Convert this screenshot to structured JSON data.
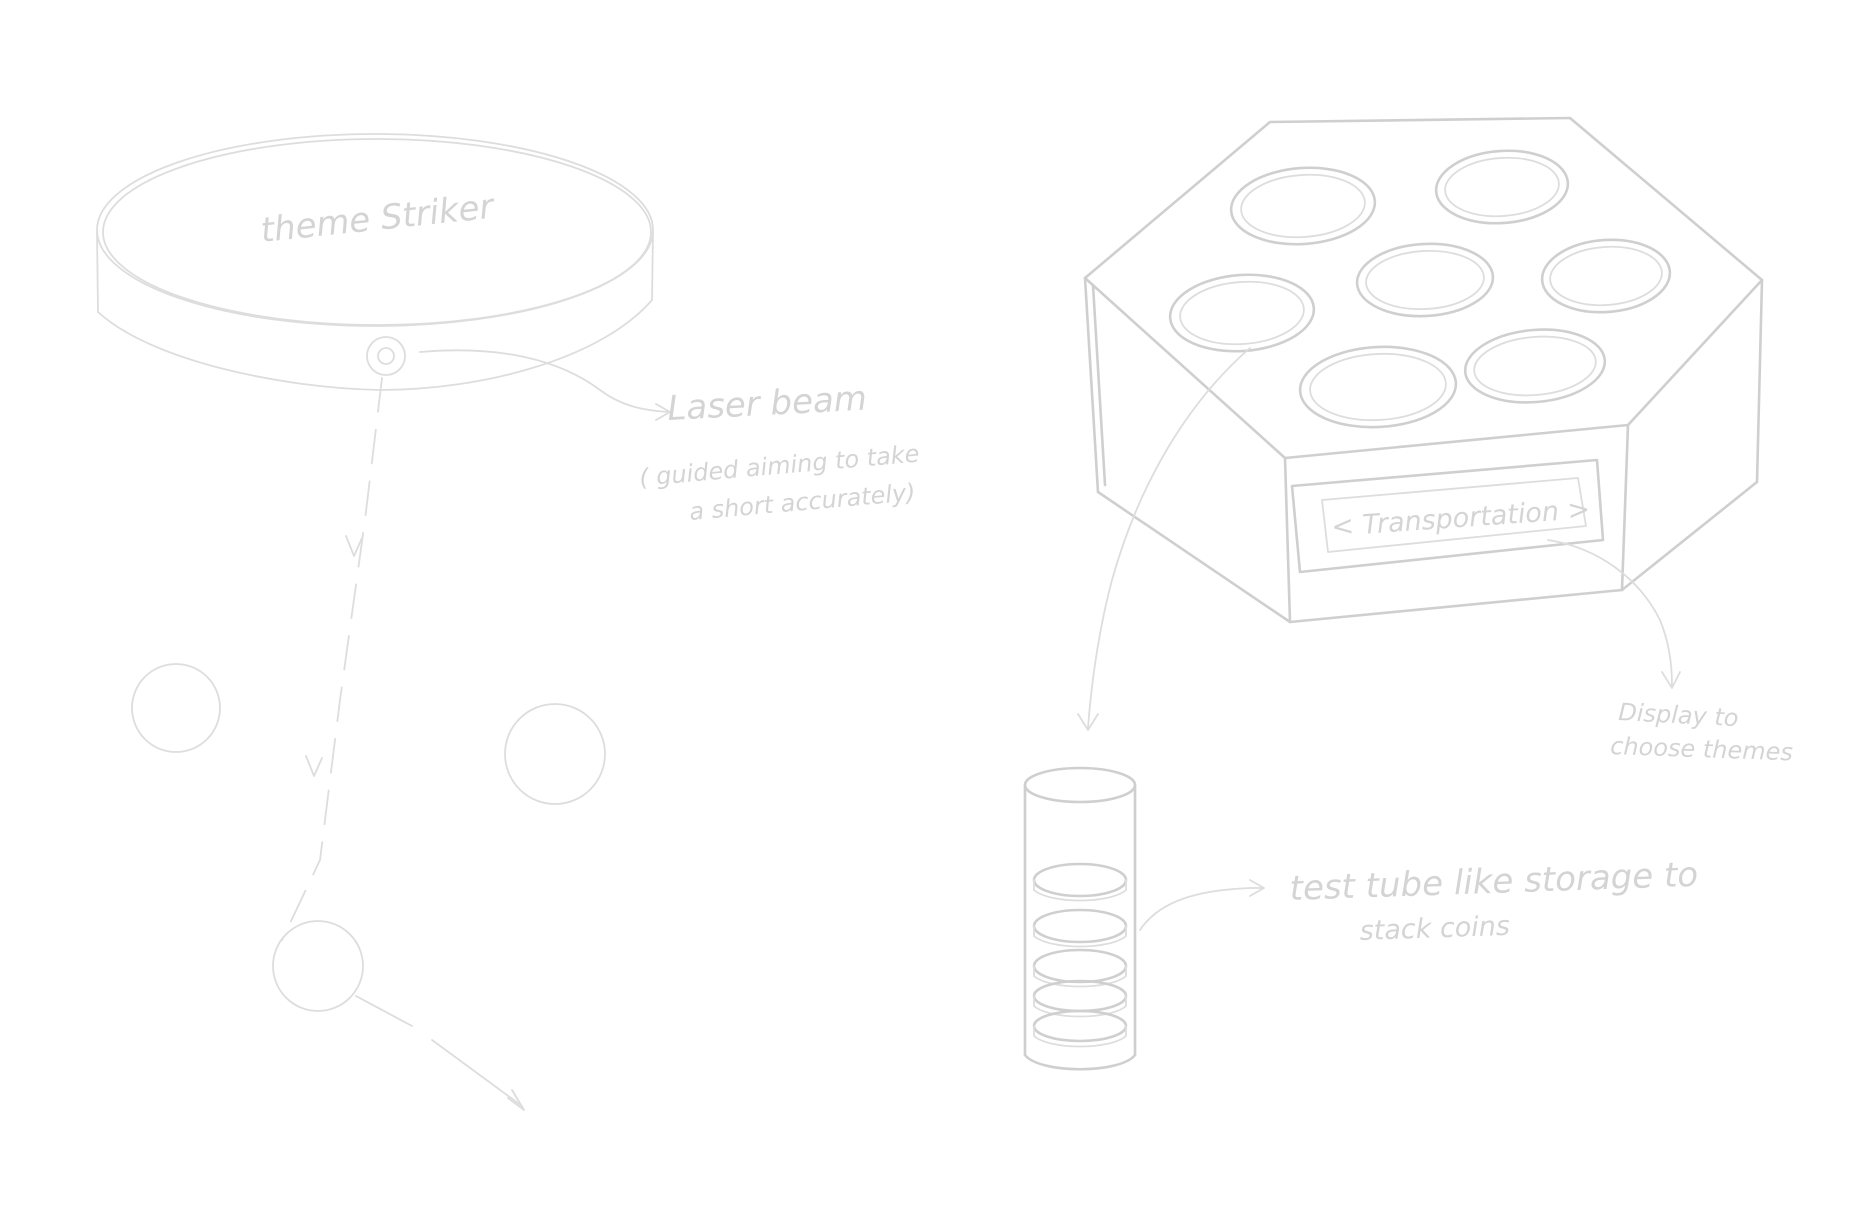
{
  "striker": {
    "title": "theme Striker"
  },
  "laser": {
    "label": "Laser beam",
    "note_line1": "( guided aiming to take",
    "note_line2": "a short accurately)"
  },
  "tray": {
    "display_text": "< Transportation >"
  },
  "display_note": {
    "line1": "Display to",
    "line2": "choose themes"
  },
  "tube_note": {
    "line1": "test tube like storage to",
    "line2": "stack coins"
  },
  "colors": {
    "paper": "#ffffff",
    "pencil": "#cfcfcf"
  }
}
